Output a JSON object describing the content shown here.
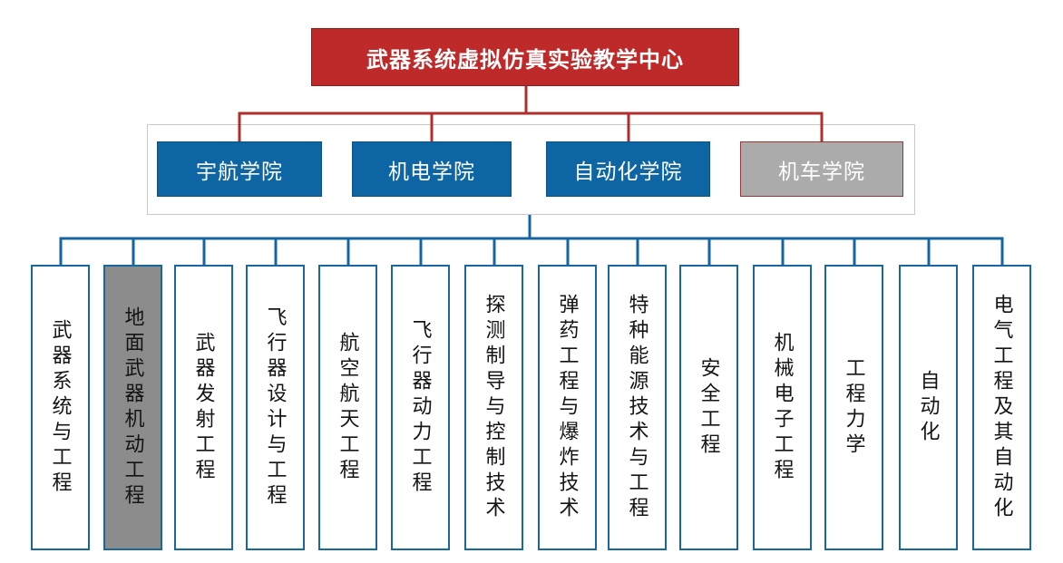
{
  "root": {
    "label": "武器系统虚拟仿真实验教学中心"
  },
  "colleges": [
    {
      "label": "宇航学院",
      "highlighted": false
    },
    {
      "label": "机电学院",
      "highlighted": false
    },
    {
      "label": "自动化学院",
      "highlighted": false
    },
    {
      "label": "机车学院",
      "highlighted": true
    }
  ],
  "majors": [
    {
      "label": "武器系统与工程",
      "highlighted": false
    },
    {
      "label": "地面武器机动工程",
      "highlighted": true
    },
    {
      "label": "武器发射工程",
      "highlighted": false
    },
    {
      "label": "飞行器设计与工程",
      "highlighted": false
    },
    {
      "label": "航空航天工程",
      "highlighted": false
    },
    {
      "label": "飞行器动力工程",
      "highlighted": false
    },
    {
      "label": "探测制导与控制技术",
      "highlighted": false
    },
    {
      "label": "弹药工程与爆炸技术",
      "highlighted": false
    },
    {
      "label": "特种能源技术与工程",
      "highlighted": false
    },
    {
      "label": "安全工程",
      "highlighted": false
    },
    {
      "label": "机械电子工程",
      "highlighted": false
    },
    {
      "label": "工程力学",
      "highlighted": false
    },
    {
      "label": "自动化",
      "highlighted": false
    },
    {
      "label": "电气工程及其自动化",
      "highlighted": false
    }
  ],
  "colors": {
    "root_fill": "#be2a2a",
    "root_border": "#8c1d1d",
    "college_fill": "#0e65a4",
    "college_gray_fill": "#ababab",
    "college_gray_border": "#953735",
    "major_border": "#17689e",
    "major_gray_fill": "#8c8c8c",
    "red_connector": "#b02e2c",
    "blue_connector": "#1465a2",
    "panel_border": "#c9c9c9"
  }
}
